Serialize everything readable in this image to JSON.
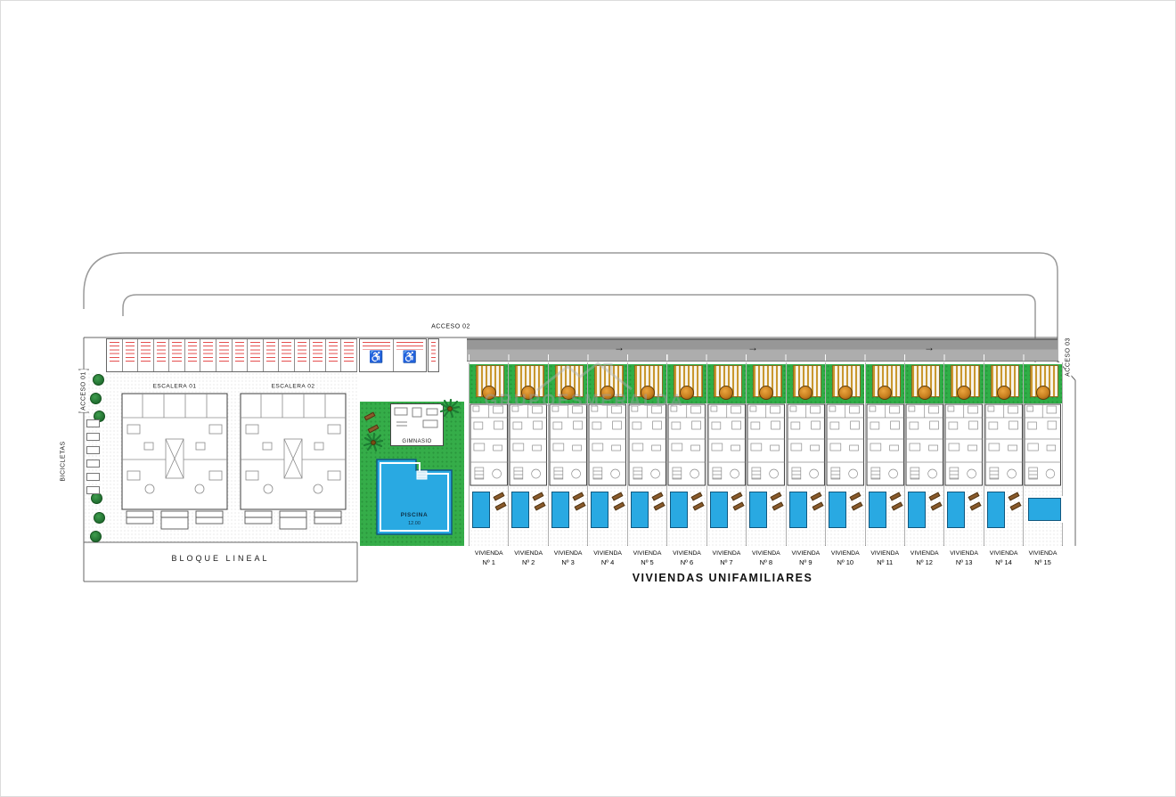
{
  "watermark": {
    "text": "GRUPOESMERALDA"
  },
  "accesses": {
    "acceso_01": "ACCESO 01",
    "acceso_02": "ACCESO 02",
    "acceso_03": "ACCESO 03"
  },
  "block_area": {
    "escalera_01": "ESCALERA 01",
    "escalera_02": "ESCALERA 02",
    "bicicletas": "BICICLETAS",
    "bloque_lineal": "BLOQUE LINEAL",
    "parking": {
      "stall_count": 16,
      "handicap_icon": "♿"
    }
  },
  "amenities": {
    "gimnasio": "GIMNASIO",
    "piscina": "PISCINA",
    "piscina_length": "12.00"
  },
  "villas": {
    "word": "VIVIENDA",
    "numbers": [
      "Nº 1",
      "Nº 2",
      "Nº 3",
      "Nº 4",
      "Nº 5",
      "Nº 6",
      "Nº 7",
      "Nº 8",
      "Nº 9",
      "Nº 10",
      "Nº 11",
      "Nº 12",
      "Nº 13",
      "Nº 14",
      "Nº 15"
    ],
    "footer": "VIVIENDAS UNIFAMILIARES"
  },
  "icons": {
    "road_arrow": "→"
  },
  "colors": {
    "site_green": "#35ad49",
    "pool_blue": "#29a9e2",
    "road_gray": "#a8a8a8",
    "tree_orange": "#c87f1f",
    "pergola_gold": "#c9972e",
    "parking_text_red": "#e03030"
  }
}
